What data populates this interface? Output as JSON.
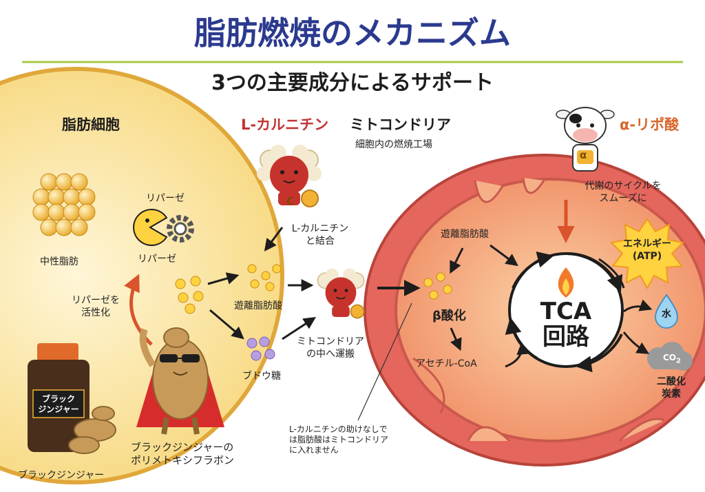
{
  "header": {
    "title": "脂肪燃焼のメカニズム",
    "subtitle": "3つの主要成分によるサポート"
  },
  "fat_cell": {
    "title": "脂肪細胞",
    "neutral_fat": "中性脂肪",
    "lipase_top": "リパーゼ",
    "lipase_bottom": "リパーゼ",
    "activate_lipase": [
      "リパーゼを",
      "活性化"
    ]
  },
  "carnitine": {
    "title": "L-カルニチン",
    "bind_note": [
      "L-カルニチン",
      "と結合"
    ],
    "coin_symbol": "C"
  },
  "mitochondria": {
    "title": "ミトコンドリア",
    "subtitle": "細胞内の燃焼工場",
    "free_fatty_acid_inner": "遊離脂肪酸",
    "beta_oxidation": "β酸化",
    "acetyl_coa": "アセチル-CoA",
    "tca": [
      "TCA",
      "回路"
    ],
    "energy": [
      "エネルギー",
      "(ATP)"
    ],
    "water": "水",
    "co2_badge": "CO",
    "co2_sub": "2",
    "co2_label": [
      "二酸化",
      "炭素"
    ]
  },
  "alpha_lipoic": {
    "title": "α-リポ酸",
    "note": [
      "代謝のサイクルを",
      "スムーズに"
    ],
    "badge": "α"
  },
  "flow": {
    "free_fatty_acid": "遊離脂肪酸",
    "glucose": "ブドウ糖",
    "transport": [
      "ミトコンドリア",
      "の中へ運搬"
    ],
    "carnitine_note": [
      "L-カルニチンの助けなしで",
      "は脂肪酸はミトコンドリア",
      "に入れません"
    ]
  },
  "ginger": {
    "bottle_label": [
      "ブラック",
      "ジンジャー"
    ],
    "name": "ブラックジンジャー",
    "polymethoxy": [
      "ブラックジンジャーの",
      "ポリメトキシフラボン"
    ]
  },
  "colors": {
    "title_blue": "#2b3a8f",
    "accent_orange": "#d9662a",
    "fat_yellow": "#f7d774",
    "mito_outer": "#e5665c",
    "mito_inner": "#f4a679",
    "arrow_red": "#d9532b"
  }
}
